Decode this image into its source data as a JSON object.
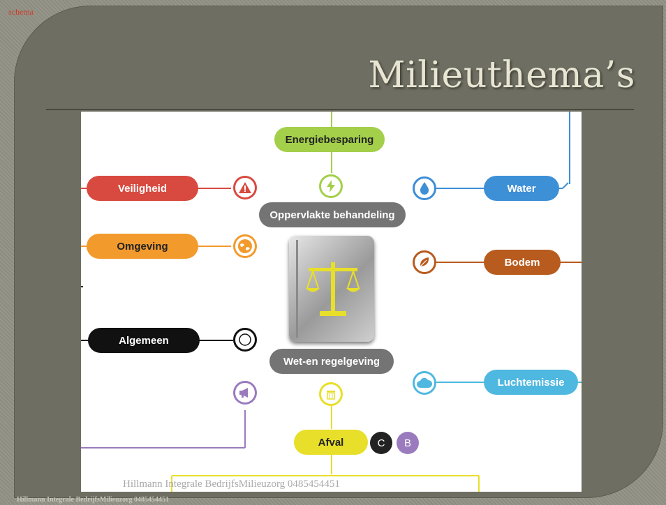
{
  "slide": {
    "tag": "schema",
    "title": "Milieuthema’s",
    "footer_text": "Hillmann Integrale BedrijfsMilieuzorg 0485454451",
    "footer_small": "Hillmann Integrale BedrijfsMilieuzorg 0485454451"
  },
  "diagram": {
    "top_node": "Energiebesparing",
    "center_upper": "Oppervlakte behandeling",
    "center_lower": "Wet-en regelgeving",
    "bottom_node": "Afval",
    "left_nodes": [
      "Veiligheid",
      "Omgeving",
      "Algemeen"
    ],
    "right_nodes": [
      "Water",
      "Bodem",
      "Luchtemissie"
    ],
    "badges": [
      "C",
      "B"
    ]
  },
  "colors": {
    "veiligheid": "#d84a3f",
    "omgeving": "#f39a2d",
    "algemeen": "#111111",
    "water": "#3d8fd6",
    "bodem": "#b85b1e",
    "lucht": "#4fb8e0",
    "energie": "#a4cf4a",
    "afval": "#e8df2a",
    "gray": "#747474",
    "purple": "#9a7bbd"
  }
}
